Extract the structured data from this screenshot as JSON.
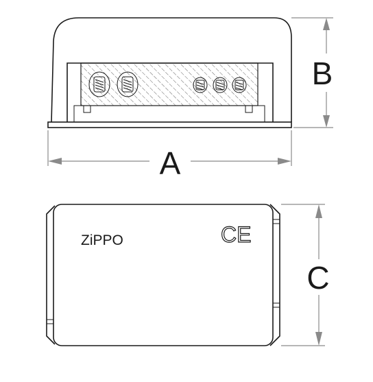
{
  "drawing": {
    "dimensions": {
      "width_label": "A",
      "height_label": "B",
      "depth_label": "C"
    },
    "product": {
      "brand": "ZiPPO",
      "certification_mark": "CE"
    }
  }
}
